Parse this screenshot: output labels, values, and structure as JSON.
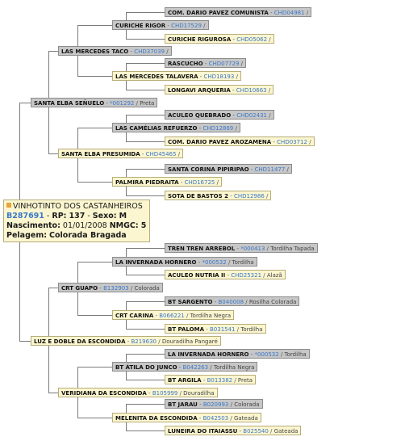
{
  "subject": {
    "name": "VINHOTINTO DOS CASTANHEIROS",
    "registry": "B287691",
    "rp_label": "RP:",
    "rp": "137",
    "sex_label": "Sexo:",
    "sex": "M",
    "birth_label": "Nascimento:",
    "birth": "01/01/2008",
    "nmgc_label": "NMGC:",
    "nmgc": "5",
    "coat_label": "Pelagem:",
    "coat": "Colorada Bragada"
  },
  "nodes": [
    {
      "id": "n1",
      "name": "COM. DARIO PAVEZ COMUNISTA",
      "reg": "CHD04981",
      "coat": "",
      "sex": "m"
    },
    {
      "id": "n2",
      "name": "CURICHE RIGOR",
      "reg": "CHD17529",
      "coat": "",
      "sex": "m"
    },
    {
      "id": "n3",
      "name": "CURICHE RIGUROSA",
      "reg": "CHD05062",
      "coat": "",
      "sex": "f"
    },
    {
      "id": "n4",
      "name": "LAS MERCEDES TACO",
      "reg": "CHD37039",
      "coat": "",
      "sex": "m"
    },
    {
      "id": "n5",
      "name": "RASCUCHO",
      "reg": "CHD07729",
      "coat": "",
      "sex": "m"
    },
    {
      "id": "n6",
      "name": "LAS MERCEDES TALAVERA",
      "reg": "CHD18193",
      "coat": "",
      "sex": "f"
    },
    {
      "id": "n7",
      "name": "LONGAVI ARQUERIA",
      "reg": "CHD10663",
      "coat": "",
      "sex": "f"
    },
    {
      "id": "n8",
      "name": "SANTA ELBA SEÑUELO",
      "reg": "*001292",
      "coat": "Preta",
      "sex": "m"
    },
    {
      "id": "n9",
      "name": "ACULEO QUEBRADO",
      "reg": "CHD02431",
      "coat": "",
      "sex": "m"
    },
    {
      "id": "n10",
      "name": "LAS CAMÉLIAS REFUERZO",
      "reg": "CHD12869",
      "coat": "",
      "sex": "m"
    },
    {
      "id": "n11",
      "name": "COM. DARIO PAVEZ AROZAMENA",
      "reg": "CHD03712",
      "coat": "",
      "sex": "f"
    },
    {
      "id": "n12",
      "name": "SANTA ELBA PRESUMIDA",
      "reg": "CHD45465",
      "coat": "",
      "sex": "f"
    },
    {
      "id": "n13",
      "name": "SANTA CORINA PIPIRIPAO",
      "reg": "CHD11477",
      "coat": "",
      "sex": "m"
    },
    {
      "id": "n14",
      "name": "PALMIRA PIEDRAITA",
      "reg": "CHD16725",
      "coat": "",
      "sex": "f"
    },
    {
      "id": "n15",
      "name": "SOTA DE BASTOS 2",
      "reg": "CHD12986",
      "coat": "",
      "sex": "f"
    },
    {
      "id": "n16",
      "name": "TREN TREN ARREBOL",
      "reg": "*000413",
      "coat": "Tordilha Tapada",
      "sex": "m"
    },
    {
      "id": "n17",
      "name": "LA INVERNADA HORNERO",
      "reg": "*000532",
      "coat": "Tordilha",
      "sex": "m"
    },
    {
      "id": "n18",
      "name": "ACULEO NUTRIA II",
      "reg": "CHD25321",
      "coat": "Alazã",
      "sex": "f"
    },
    {
      "id": "n19",
      "name": "CRT GUAPO",
      "reg": "B132903",
      "coat": "Colorada",
      "sex": "m"
    },
    {
      "id": "n20",
      "name": "BT SARGENTO",
      "reg": "B040008",
      "coat": "Rosilha Colorada",
      "sex": "m"
    },
    {
      "id": "n21",
      "name": "CRT CARINA",
      "reg": "B066221",
      "coat": "Tordilha Negra",
      "sex": "f"
    },
    {
      "id": "n22",
      "name": "BT PALOMA",
      "reg": "B031541",
      "coat": "Tordilha",
      "sex": "f"
    },
    {
      "id": "n23",
      "name": "LUZ E DOBLE DA ESCONDIDA",
      "reg": "B219630",
      "coat": "Douradilha Pangaré",
      "sex": "f"
    },
    {
      "id": "n24",
      "name": "LA INVERNADA HORNERO",
      "reg": "*000532",
      "coat": "Tordilha",
      "sex": "m"
    },
    {
      "id": "n25",
      "name": "BT ÁTILA DO JUNCO",
      "reg": "B042263",
      "coat": "Tordilha Negra",
      "sex": "m"
    },
    {
      "id": "n26",
      "name": "BT ARGILA",
      "reg": "B013382",
      "coat": "Preta",
      "sex": "f"
    },
    {
      "id": "n27",
      "name": "VERIDIANA DA ESCONDIDA",
      "reg": "B105999",
      "coat": "Douradilha",
      "sex": "f"
    },
    {
      "id": "n28",
      "name": "BT JARAU",
      "reg": "B020993",
      "coat": "Colorada",
      "sex": "m"
    },
    {
      "id": "n29",
      "name": "MELENITA DA ESCONDIDA",
      "reg": "B042503",
      "coat": "Gateada",
      "sex": "f"
    },
    {
      "id": "n30",
      "name": "LUNEIRA DO ITAIASSU",
      "reg": "B025540",
      "coat": "Gateada",
      "sex": "f"
    }
  ],
  "colors": {
    "male_bg": "#c7c7c7",
    "female_bg": "#fbf6d0",
    "link": "#3a78c9",
    "line": "#7a7a7a"
  }
}
